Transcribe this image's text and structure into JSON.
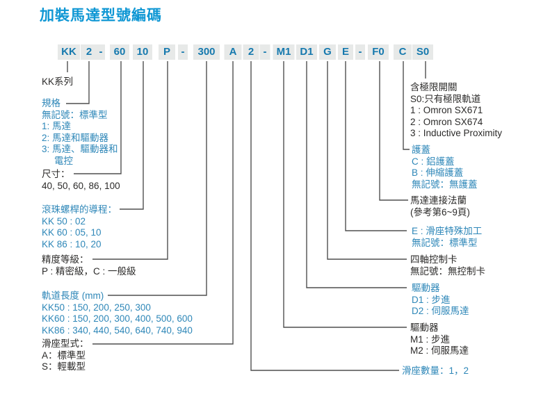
{
  "title": "加裝馬達型號編碼",
  "colors": {
    "title_blue": "#0f97d4",
    "segment_blue": "#1679ae",
    "segment_bg": "#e7e9e8",
    "desc_blue": "#2e87b8",
    "text_dark": "#2b2a29",
    "line_gray": "#4f4f4f"
  },
  "model_code": {
    "segments": [
      "KK",
      "2",
      "-",
      "60",
      "10",
      "P",
      "-",
      "300",
      "A",
      "2",
      "-",
      "M1",
      "D1",
      "G",
      "E",
      "-",
      "F0",
      "C",
      "S0"
    ]
  },
  "left_blocks": [
    {
      "heading": "KK系列",
      "lines": []
    },
    {
      "heading": "規格",
      "lines": [
        "無記號：標準型",
        "1: 馬達",
        "2: 馬達和驅動器",
        "3: 馬達、驅動器和",
        "電控"
      ]
    },
    {
      "heading": "尺寸：",
      "lines": [
        "40, 50, 60, 86, 100"
      ]
    },
    {
      "heading": "滾珠螺桿的導程：",
      "lines": [
        "KK 50 : 02",
        "KK 60 : 05, 10",
        "KK 86 : 10, 20"
      ]
    },
    {
      "heading": "精度等級：",
      "lines": [
        "P : 精密級，C : 一般級"
      ]
    },
    {
      "heading": "軌道長度 (mm)",
      "lines": [
        "KK50 : 150, 200, 250, 300",
        "KK60 : 150, 200, 300, 400, 500, 600",
        "KK86 : 340, 440, 540, 640, 740, 940"
      ]
    },
    {
      "heading": "滑座型式：",
      "lines": [
        "A：標準型",
        "S：輕載型"
      ]
    }
  ],
  "right_blocks": [
    {
      "heading": "含極限開關",
      "lines": [
        "S0:只有極限軌道",
        "1 : Omron SX671",
        "2 : Omron SX674",
        "3 : Inductive Proximity"
      ]
    },
    {
      "heading": "護蓋",
      "lines": [
        "C : 鋁護蓋",
        "B : 伸縮護蓋",
        "無記號：無護蓋"
      ]
    },
    {
      "heading": "馬達連接法蘭",
      "lines": [
        "(參考第6~9頁)"
      ]
    },
    {
      "heading": "E : 滑座特殊加工",
      "lines": [
        "無記號：標準型"
      ]
    },
    {
      "heading": "四軸控制卡",
      "lines": [
        "無記號：無控制卡"
      ]
    },
    {
      "heading": "驅動器",
      "lines": [
        "D1 : 步進",
        "D2 : 伺服馬達"
      ]
    },
    {
      "heading": "驅動器",
      "lines": [
        "M1 : 步進",
        "M2 : 伺服馬達"
      ]
    },
    {
      "heading": "滑座數量：1，2",
      "lines": []
    }
  ]
}
